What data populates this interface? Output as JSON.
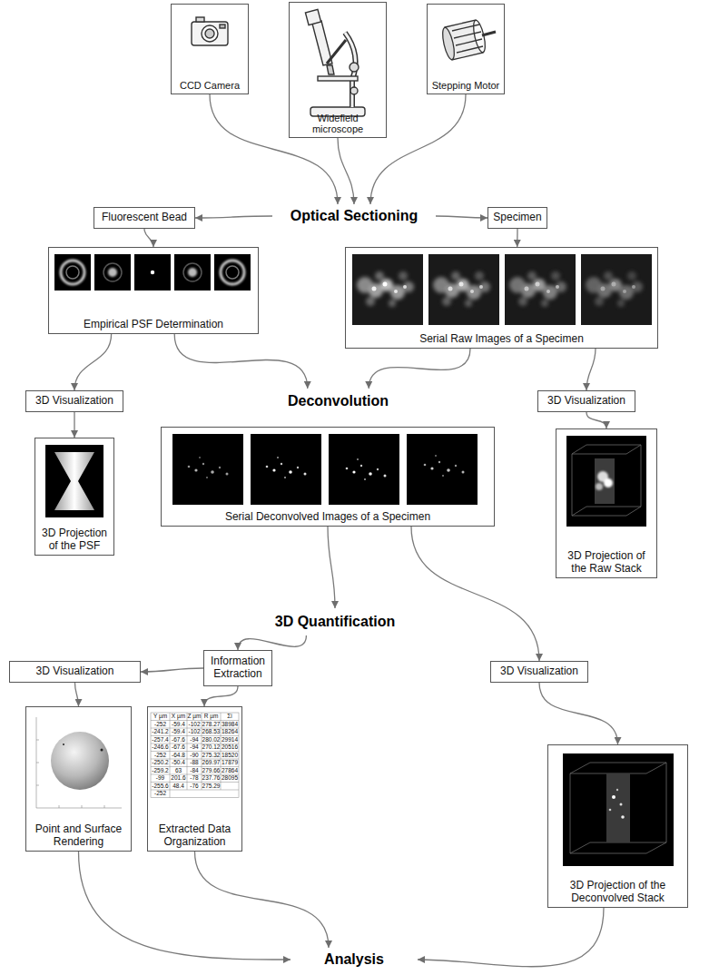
{
  "diagram": {
    "nodes": [
      {
        "text": [
          "CCD Camera"
        ]
      },
      {
        "text": [
          "Widefield microscope"
        ]
      },
      {
        "text": [
          "Stepping Motor"
        ]
      },
      {
        "text": [
          "Optical Sectioning"
        ]
      },
      {
        "text": [
          "Fluorescent Bead"
        ]
      },
      {
        "text": [
          "Specimen"
        ]
      },
      {
        "text": [
          "Empirical PSF Determination"
        ]
      },
      {
        "text": [
          "Serial Raw Images of a Specimen"
        ]
      },
      {
        "text": [
          "3D Visualization"
        ]
      },
      {
        "text": [
          "Deconvolution"
        ]
      },
      {
        "text": [
          "3D Visualization"
        ]
      },
      {
        "text": [
          "3D Projection of the PSF"
        ]
      },
      {
        "text": [
          "Serial Deconvolved Images of a Specimen"
        ]
      },
      {
        "text": [
          "3D Projection of the Raw Stack"
        ]
      },
      {
        "text": [
          "3D Quantification"
        ]
      },
      {
        "text": [
          "Information Extraction"
        ]
      },
      {
        "text": [
          "3D Visualization"
        ]
      },
      {
        "text": [
          "3D Visualization"
        ]
      },
      {
        "text": [
          "Point and Surface Rendering"
        ]
      },
      {
        "text": [
          "Extracted Data Organization"
        ]
      },
      {
        "text": [
          "3D Projection of the Deconvolved Stack"
        ]
      },
      {
        "text": [
          "Analysis"
        ]
      }
    ],
    "edges": [
      {
        "from": 0,
        "to": 3,
        "arrow": "to"
      },
      {
        "from": 1,
        "to": 3,
        "arrow": "to"
      },
      {
        "from": 2,
        "to": 3,
        "arrow": "to"
      },
      {
        "from": 3,
        "to": 4,
        "arrow": "to"
      },
      {
        "from": 3,
        "to": 5,
        "arrow": "to"
      },
      {
        "from": 4,
        "to": 6,
        "arrow": "to"
      },
      {
        "from": 5,
        "to": 7,
        "arrow": "to"
      },
      {
        "from": 6,
        "to": 8,
        "arrow": "to"
      },
      {
        "from": 6,
        "to": 9,
        "arrow": "to"
      },
      {
        "from": 7,
        "to": 9,
        "arrow": "to"
      },
      {
        "from": 7,
        "to": 10,
        "arrow": "to"
      },
      {
        "from": 8,
        "to": 11,
        "arrow": "to"
      },
      {
        "from": 10,
        "to": 13,
        "arrow": "to"
      },
      {
        "from": 12,
        "to": 14,
        "arrow": "to"
      },
      {
        "from": 12,
        "to": 17,
        "arrow": "to"
      },
      {
        "from": 14,
        "to": 15,
        "arrow": "to"
      },
      {
        "from": 15,
        "to": 16,
        "arrow": "to"
      },
      {
        "from": 15,
        "to": 19,
        "arrow": "to"
      },
      {
        "from": 16,
        "to": 18,
        "arrow": "to"
      },
      {
        "from": 17,
        "to": 20,
        "arrow": "to"
      },
      {
        "from": 18,
        "to": 21,
        "arrow": "to"
      },
      {
        "from": 19,
        "to": 21,
        "arrow": "to"
      },
      {
        "from": 20,
        "to": 21,
        "arrow": "to"
      }
    ],
    "labels": [
      "Y µm",
      "X µm",
      "Z µm",
      "R µm",
      "Σi",
      "-252",
      "-59.4",
      "-102",
      "278.27",
      "38984",
      "-241.2",
      "-59.4",
      "-102",
      "268.53",
      "18264",
      "-257.4",
      "-67.6",
      "-94",
      "280.02",
      "29914",
      "-246.6",
      "-67.6",
      "-94",
      "270.12",
      "20516",
      "-252",
      "-64.8",
      "-90",
      "275.32",
      "18520",
      "-250.2",
      "-50.4",
      "-88",
      "269.97",
      "17879",
      "-259.2",
      "63",
      "-84",
      "279.66",
      "27864",
      "-99",
      "201.6",
      "-78",
      "237.76",
      "28095",
      "-255.6",
      "48.4",
      "-76",
      "275.29",
      "-252"
    ]
  }
}
